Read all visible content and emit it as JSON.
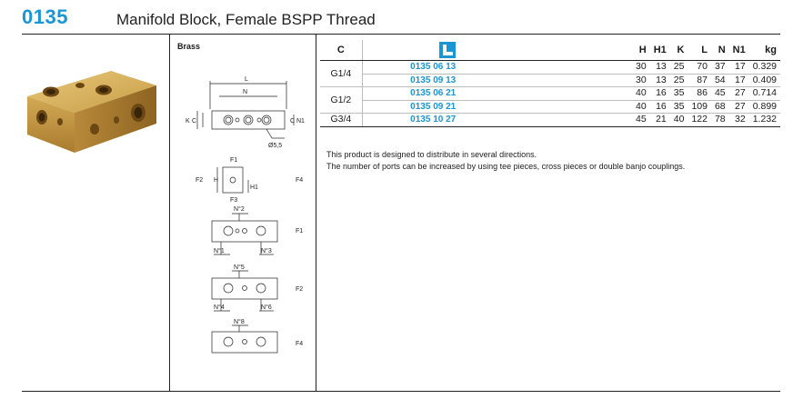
{
  "header": {
    "code": "0135",
    "title": "Manifold Block, Female BSPP Thread"
  },
  "material": "Brass",
  "icons": {
    "reference_column": "catalogue-reference-icon"
  },
  "colors": {
    "accent": "#1a96d4",
    "brass": "#c9a449"
  },
  "table": {
    "columns": {
      "c": "C",
      "h": "H",
      "h1": "H1",
      "k": "K",
      "l": "L",
      "n": "N",
      "n1": "N1",
      "kg": "kg"
    },
    "rows": [
      {
        "c": "G1/4",
        "ref": "0135 06 13",
        "h": "30",
        "h1": "13",
        "k": "25",
        "l": "70",
        "n": "37",
        "n1": "17",
        "kg": "0.329"
      },
      {
        "c": "",
        "ref": "0135 09 13",
        "h": "30",
        "h1": "13",
        "k": "25",
        "l": "87",
        "n": "54",
        "n1": "17",
        "kg": "0.409"
      },
      {
        "c": "G1/2",
        "ref": "0135 06 21",
        "h": "40",
        "h1": "16",
        "k": "35",
        "l": "86",
        "n": "45",
        "n1": "27",
        "kg": "0.714"
      },
      {
        "c": "",
        "ref": "0135 09 21",
        "h": "40",
        "h1": "16",
        "k": "35",
        "l": "109",
        "n": "68",
        "n1": "27",
        "kg": "0.899"
      },
      {
        "c": "G3/4",
        "ref": "0135 10 27",
        "h": "45",
        "h1": "21",
        "k": "40",
        "l": "122",
        "n": "78",
        "n1": "32",
        "kg": "1.232"
      }
    ]
  },
  "notes": {
    "line1": "This product is designed to distribute in several directions.",
    "line2": "The number of ports can be increased by using tee pieces, cross pieces or double banjo couplings."
  },
  "drawing": {
    "dim_L": "L",
    "dim_N": "N",
    "dim_K": "K",
    "dim_C": "C",
    "dim_CN1": "C N1",
    "dim_H": "H",
    "dim_H1": "H1",
    "hole": "Ø5,5",
    "faces": {
      "f1": "F1",
      "f2": "F2",
      "f3": "F3",
      "f4": "F4"
    },
    "ports": {
      "p1": "N°1",
      "p2": "N°2",
      "p3": "N°3",
      "p4": "N°4",
      "p5": "N°5",
      "p6": "N°6",
      "p8": "N°8"
    }
  }
}
